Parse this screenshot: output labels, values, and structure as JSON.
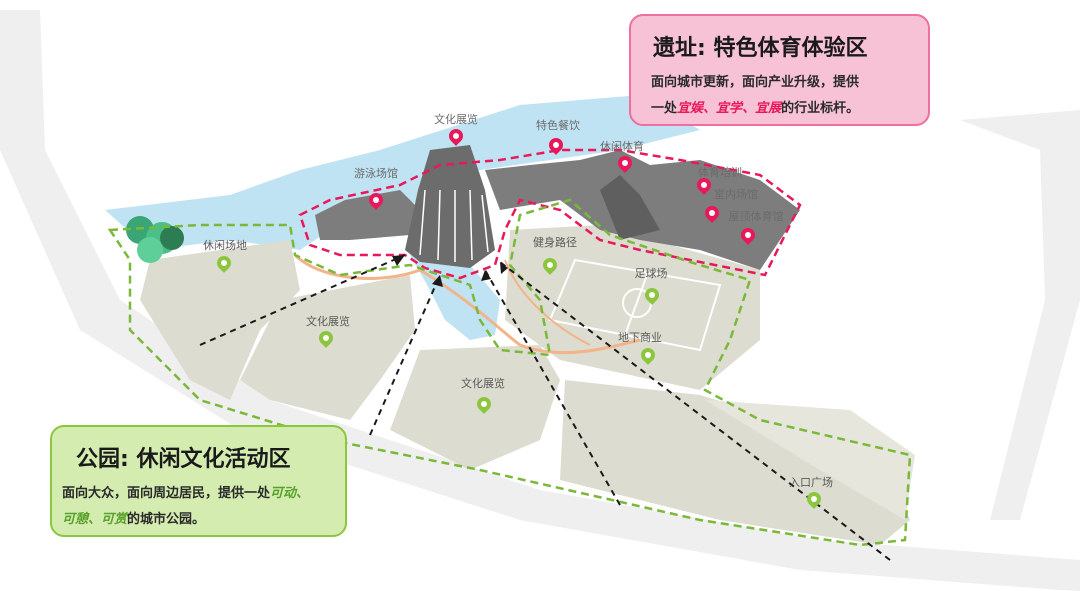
{
  "callouts": {
    "heritage": {
      "title": "遗址: 特色体育体验区",
      "line1": "面向城市更新，面向产业升级，提供",
      "line2_prefix": "一处",
      "em1": "宜娱",
      "sep1": "、",
      "em2": "宜学",
      "sep2": "、",
      "em3": "宜展",
      "line2_suffix": "的行业标杆。"
    },
    "park": {
      "title": "公园: 休闲文化活动区",
      "line1_prefix": "面向大众，面向周边居民，提供一处",
      "em1": "可动",
      "sep1": "、",
      "line2_em2": "可憩",
      "sep2": "、",
      "em3": "可赏",
      "line2_suffix": "的城市公园。"
    }
  },
  "markers": {
    "red": [
      {
        "label": "文化展览"
      },
      {
        "label": "特色餐饮"
      },
      {
        "label": "休闲体育"
      },
      {
        "label": "游泳场馆"
      },
      {
        "label": "体育培训"
      },
      {
        "label": "室内场馆"
      },
      {
        "label": "屋顶体育馆"
      }
    ],
    "green": [
      {
        "label": "休闲场地"
      },
      {
        "label": "健身路径"
      },
      {
        "label": "足球场"
      },
      {
        "label": "文化展览"
      },
      {
        "label": "地下商业"
      },
      {
        "label": "文化展览"
      },
      {
        "label": "入口广场"
      }
    ]
  },
  "colors": {
    "red_zone": "#e8185a",
    "green_zone": "#7ab83a",
    "water": "#bfe3f2",
    "ground": "#dcdcd0",
    "building": "#7d7d7d"
  }
}
